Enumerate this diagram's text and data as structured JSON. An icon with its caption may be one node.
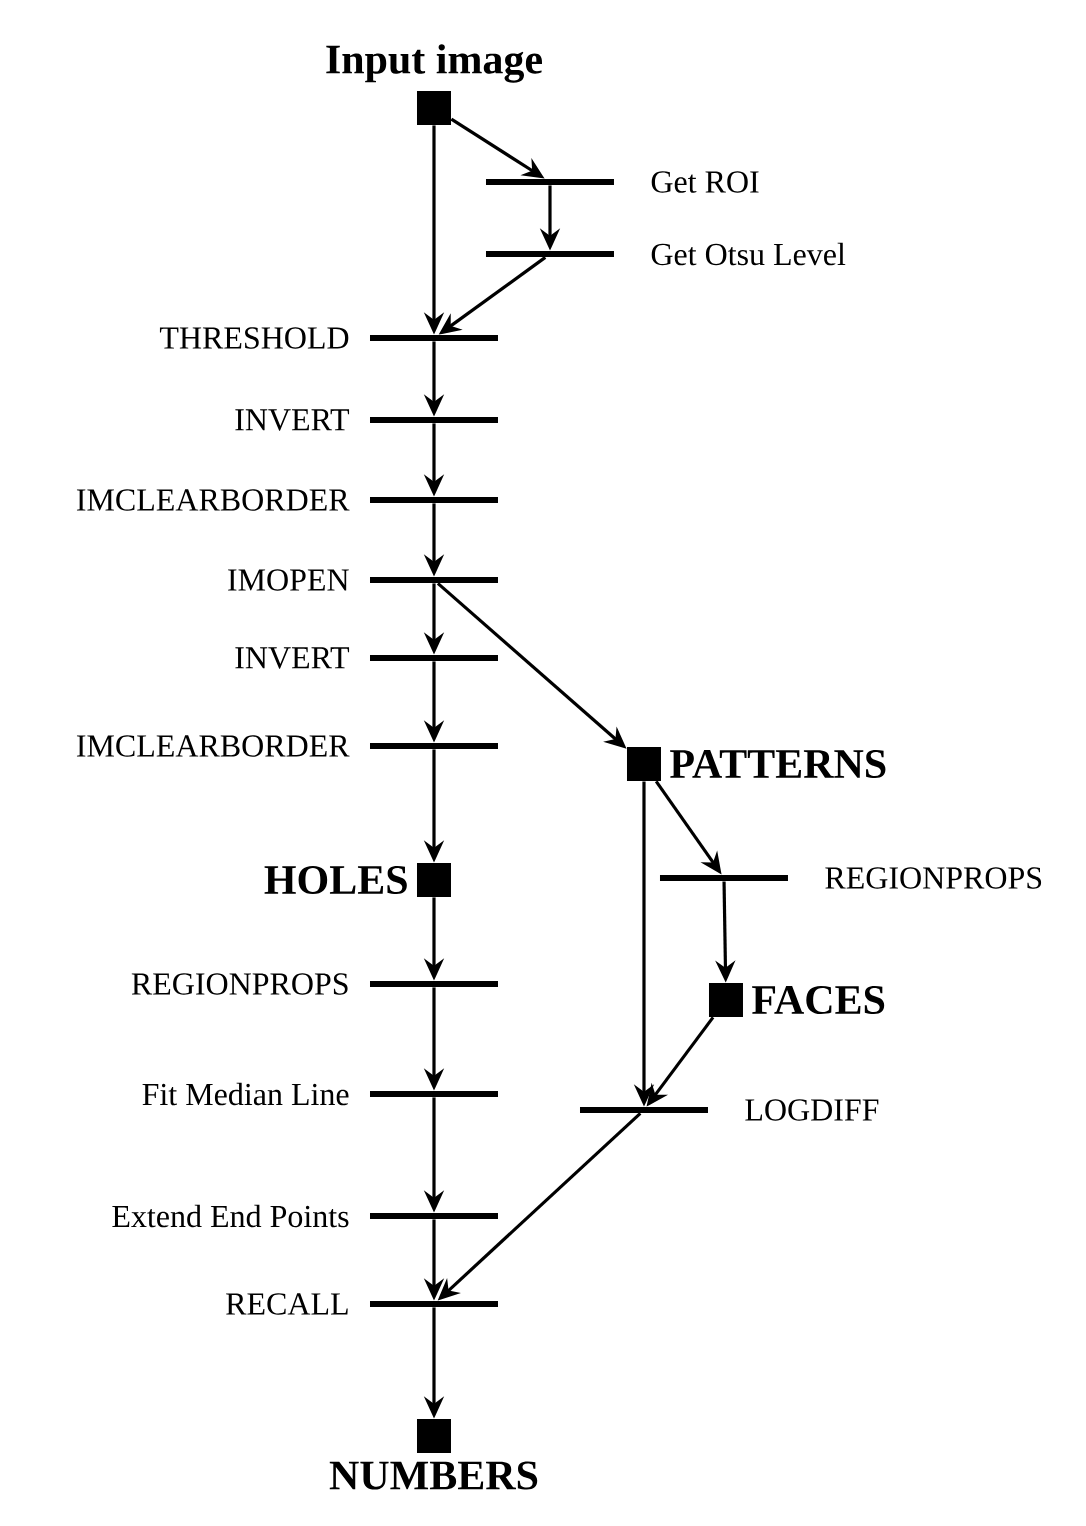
{
  "diagram": {
    "nodes": [
      {
        "text": [
          "Input image"
        ]
      },
      {
        "text": [
          "Get ROI"
        ]
      },
      {
        "text": [
          "Get Otsu Level"
        ]
      },
      {
        "text": [
          "THRESHOLD"
        ]
      },
      {
        "text": [
          "INVERT"
        ]
      },
      {
        "text": [
          "IMCLEARBORDER"
        ]
      },
      {
        "text": [
          "IMOPEN"
        ]
      },
      {
        "text": [
          "INVERT"
        ]
      },
      {
        "text": [
          "IMCLEARBORDER"
        ]
      },
      {
        "text": [
          "PATTERNS"
        ]
      },
      {
        "text": [
          "HOLES"
        ]
      },
      {
        "text": [
          "REGIONPROPS"
        ]
      },
      {
        "text": [
          "REGIONPROPS"
        ]
      },
      {
        "text": [
          "FACES"
        ]
      },
      {
        "text": [
          "Fit Median Line"
        ]
      },
      {
        "text": [
          "LOGDIFF"
        ]
      },
      {
        "text": [
          "Extend End Points"
        ]
      },
      {
        "text": [
          "RECALL"
        ]
      },
      {
        "text": [
          "NUMBERS"
        ]
      }
    ],
    "edges": [
      {
        "from": 0,
        "to": 1,
        "arrow": "to"
      },
      {
        "from": 1,
        "to": 2,
        "arrow": "to"
      },
      {
        "from": 0,
        "to": 3,
        "arrow": "to"
      },
      {
        "from": 2,
        "to": 3,
        "arrow": "to"
      },
      {
        "from": 3,
        "to": 4,
        "arrow": "to"
      },
      {
        "from": 4,
        "to": 5,
        "arrow": "to"
      },
      {
        "from": 5,
        "to": 6,
        "arrow": "to"
      },
      {
        "from": 6,
        "to": 7,
        "arrow": "to"
      },
      {
        "from": 6,
        "to": 9,
        "arrow": "to"
      },
      {
        "from": 7,
        "to": 8,
        "arrow": "to"
      },
      {
        "from": 8,
        "to": 10,
        "arrow": "to"
      },
      {
        "from": 9,
        "to": 11,
        "arrow": "to"
      },
      {
        "from": 9,
        "to": 15,
        "arrow": "to"
      },
      {
        "from": 11,
        "to": 13,
        "arrow": "to"
      },
      {
        "from": 10,
        "to": 12,
        "arrow": "to"
      },
      {
        "from": 13,
        "to": 15,
        "arrow": "to"
      },
      {
        "from": 12,
        "to": 14,
        "arrow": "to"
      },
      {
        "from": 14,
        "to": 16,
        "arrow": "to"
      },
      {
        "from": 16,
        "to": 17,
        "arrow": "to"
      },
      {
        "from": 15,
        "to": 17,
        "arrow": "to"
      },
      {
        "from": 17,
        "to": 18,
        "arrow": "to"
      }
    ]
  }
}
